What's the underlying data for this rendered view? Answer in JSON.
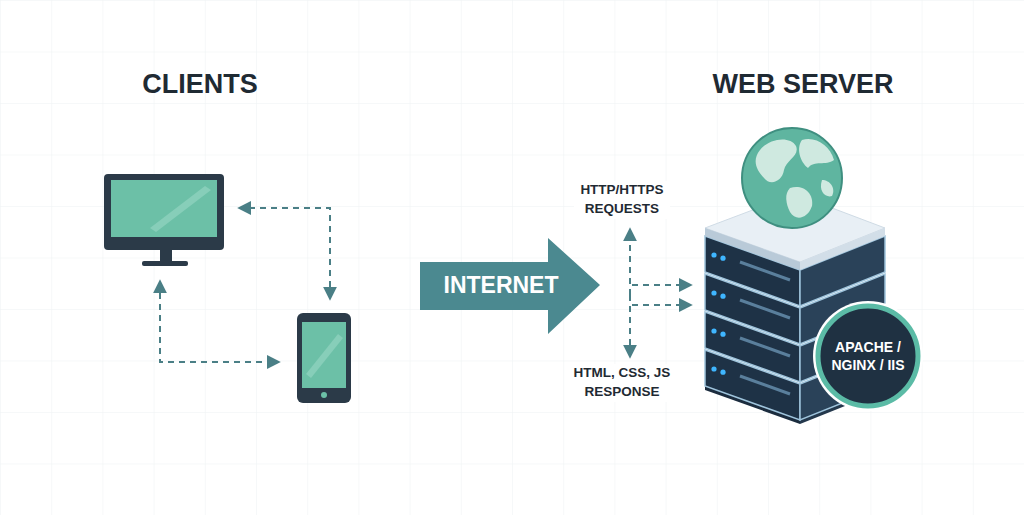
{
  "diagram": {
    "nodes": [
      {
        "text": [
          "INTERNET"
        ]
      },
      {
        "text": [
          "APACHE / NGINX / IIS"
        ]
      }
    ],
    "labels": [
      "CLIENTS",
      "WEB SERVER",
      "HTTP/HTTPS REQUESTS",
      "HTML, CSS, JS RESPONSE"
    ]
  }
}
